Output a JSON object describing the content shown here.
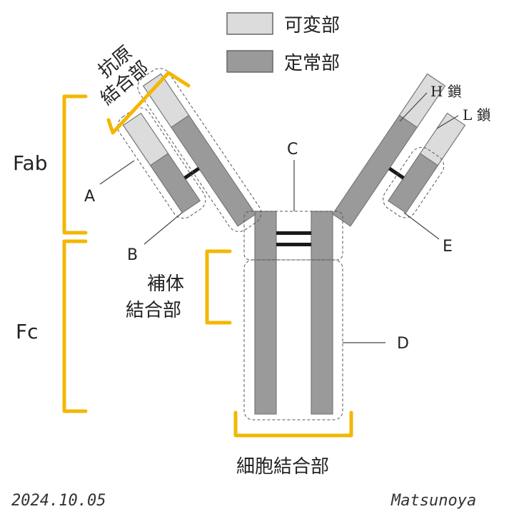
{
  "legend": {
    "variable": {
      "label": "可変部",
      "color": "#dcdcdc"
    },
    "constant": {
      "label": "定常部",
      "color": "#9a9a9b"
    }
  },
  "labels": {
    "antigen_line1": "抗原",
    "antigen_line2": "結合部",
    "fab": "Fab",
    "fc": "Fc",
    "a": "A",
    "b": "B",
    "c": "C",
    "d": "D",
    "e": "E",
    "heavy_chain": "H 鎖",
    "light_chain": "L 鎖",
    "complement_line1": "補体",
    "complement_line2": "結合部",
    "cell_binding": "細胞結合部"
  },
  "colors": {
    "bracket": "#f2b705",
    "disulfide": "#1a1a1a"
  },
  "footer": {
    "date": "2024.10.05",
    "signature": "Matsunoya"
  }
}
